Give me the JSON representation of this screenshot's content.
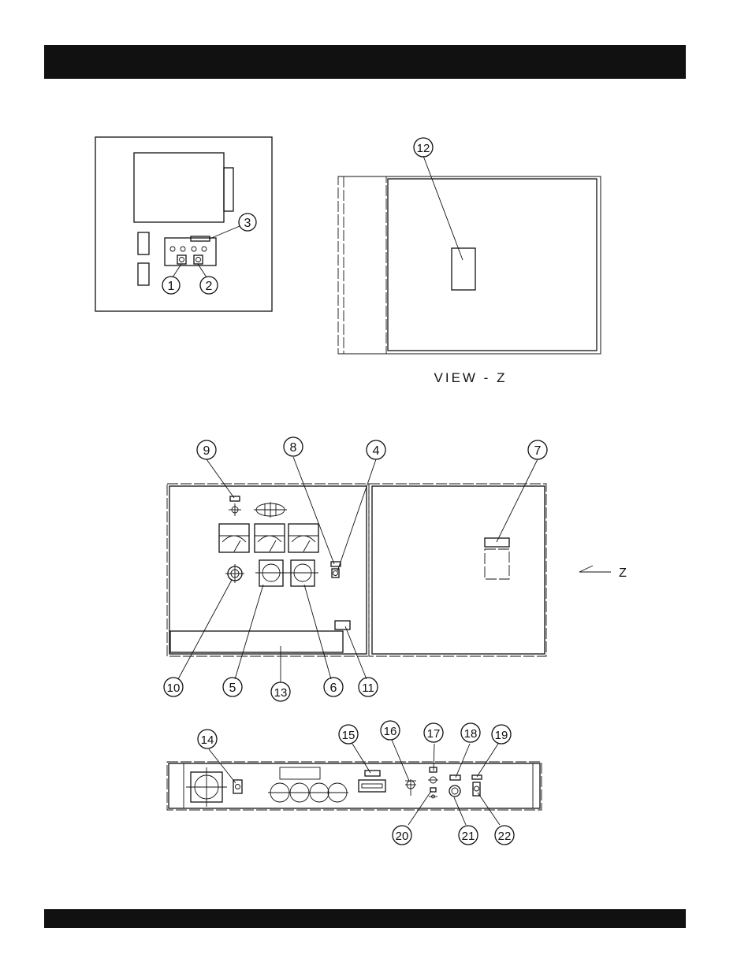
{
  "view_label": "VIEW - Z",
  "z_arrow_label": "Z",
  "callouts": {
    "c1": "1",
    "c2": "2",
    "c3": "3",
    "c4": "4",
    "c5": "5",
    "c6": "6",
    "c7": "7",
    "c8": "8",
    "c9": "9",
    "c10": "10",
    "c11": "11",
    "c12": "12",
    "c13": "13",
    "c14": "14",
    "c15": "15",
    "c16": "16",
    "c17": "17",
    "c18": "18",
    "c19": "19",
    "c20": "20",
    "c21": "21",
    "c22": "22"
  }
}
